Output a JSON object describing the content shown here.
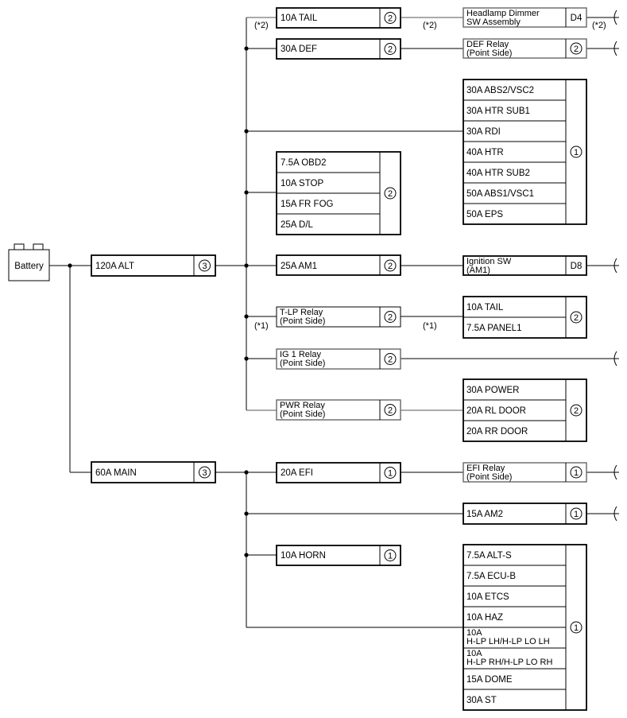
{
  "battery": "Battery",
  "main_fuses": {
    "alt": {
      "label": "120A ALT",
      "num": "3"
    },
    "main": {
      "label": "60A MAIN",
      "num": "3"
    }
  },
  "alt_branch": {
    "tail": {
      "label": "10A TAIL",
      "num": "2",
      "note_left": "(*2)",
      "note_mid": "(*2)"
    },
    "headlamp_dimmer": {
      "line1": "Headlamp Dimmer",
      "line2": "SW Assembly",
      "conn": "D4",
      "note_right": "(*2)"
    },
    "def": {
      "label": "30A DEF",
      "num": "2"
    },
    "def_relay": {
      "line1": "DEF Relay",
      "line2": "(Point Side)",
      "num": "2"
    },
    "block1": {
      "items": [
        "30A ABS2/VSC2",
        "30A HTR SUB1",
        "30A RDI",
        "40A HTR",
        "40A HTR SUB2",
        "50A ABS1/VSC1",
        "50A EPS"
      ],
      "num": "1"
    },
    "block2": {
      "items": [
        "7.5A OBD2",
        "10A STOP",
        "15A FR FOG",
        "25A D/L"
      ],
      "num": "2"
    },
    "am1": {
      "label": "25A AM1",
      "num": "2"
    },
    "ignition_sw": {
      "line1": "Ignition SW",
      "line2": "(AM1)",
      "conn": "D8"
    },
    "tlp_relay": {
      "line1": "T-LP Relay",
      "line2": "(Point Side)",
      "num": "2",
      "note_left": "(*1)",
      "note_mid": "(*1)"
    },
    "tail_panel": {
      "items": [
        "10A TAIL",
        "7.5A PANEL1"
      ],
      "num": "2"
    },
    "ig1_relay": {
      "line1": "IG 1 Relay",
      "line2": "(Point Side)",
      "num": "2"
    },
    "pwr_relay": {
      "line1": "PWR Relay",
      "line2": "(Point Side)",
      "num": "2"
    },
    "power_block": {
      "items": [
        "30A POWER",
        "20A RL DOOR",
        "20A RR DOOR"
      ],
      "num": "2"
    }
  },
  "main_branch": {
    "efi": {
      "label": "20A EFI",
      "num": "1"
    },
    "efi_relay": {
      "line1": "EFI Relay",
      "line2": "(Point Side)",
      "num": "1"
    },
    "am2": {
      "label": "15A AM2",
      "num": "1"
    },
    "horn": {
      "label": "10A HORN",
      "num": "1"
    },
    "block3": {
      "items": [
        "7.5A ALT-S",
        "7.5A ECU-B",
        "10A ETCS",
        "10A HAZ"
      ],
      "hlp_lh": [
        "10A",
        "H-LP LH/H-LP LO LH"
      ],
      "hlp_rh": [
        "10A",
        "H-LP RH/H-LP LO RH"
      ],
      "items2": [
        "15A DOME",
        "30A ST"
      ],
      "num": "1"
    }
  }
}
